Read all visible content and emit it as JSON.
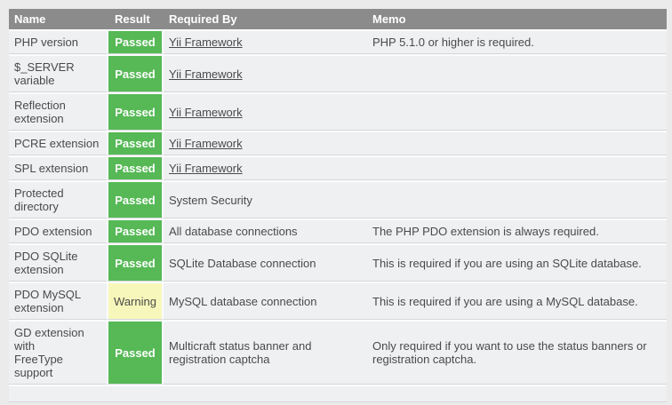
{
  "colors": {
    "page_bg": "#ebebeb",
    "header_bg": "#8b8b8b",
    "header_text": "#ffffff",
    "row_bg": "#eef0f2",
    "text": "#4a4a4a",
    "passed_bg": "#56b956",
    "passed_text": "#ffffff",
    "warning_bg": "#f7f7bb",
    "warning_text": "#4a4a4a",
    "divider_dark": "#d4d6d9",
    "divider_light": "#fafbfc"
  },
  "table": {
    "headers": [
      "Name",
      "Result",
      "Required By",
      "Memo"
    ],
    "rows": [
      {
        "name": "PHP version",
        "result": "Passed",
        "status": "passed",
        "required_by": "Yii Framework",
        "required_by_is_link": true,
        "memo": "PHP 5.1.0 or higher is required."
      },
      {
        "name": "$_SERVER variable",
        "result": "Passed",
        "status": "passed",
        "required_by": "Yii Framework",
        "required_by_is_link": true,
        "memo": ""
      },
      {
        "name": "Reflection extension",
        "result": "Passed",
        "status": "passed",
        "required_by": "Yii Framework",
        "required_by_is_link": true,
        "memo": ""
      },
      {
        "name": "PCRE extension",
        "result": "Passed",
        "status": "passed",
        "required_by": "Yii Framework",
        "required_by_is_link": true,
        "memo": ""
      },
      {
        "name": "SPL extension",
        "result": "Passed",
        "status": "passed",
        "required_by": "Yii Framework",
        "required_by_is_link": true,
        "memo": ""
      },
      {
        "name": "Protected directory",
        "result": "Passed",
        "status": "passed",
        "required_by": "System Security",
        "required_by_is_link": false,
        "memo": ""
      },
      {
        "name": "PDO extension",
        "result": "Passed",
        "status": "passed",
        "required_by": "All database connections",
        "required_by_is_link": false,
        "memo": "The PHP PDO extension is always required."
      },
      {
        "name": "PDO SQLite extension",
        "result": "Passed",
        "status": "passed",
        "required_by": "SQLite Database connection",
        "required_by_is_link": false,
        "memo": "This is required if you are using an SQLite database."
      },
      {
        "name": "PDO MySQL extension",
        "result": "Warning",
        "status": "warning",
        "required_by": "MySQL database connection",
        "required_by_is_link": false,
        "memo": "This is required if you are using a MySQL database."
      },
      {
        "name": "GD extension\nwith\nFreeType\nsupport",
        "result": "Passed",
        "status": "passed",
        "required_by": "Multicraft status banner and registration captcha",
        "required_by_is_link": false,
        "memo": "Only required if you want to use the status banners or registration captcha."
      }
    ]
  }
}
